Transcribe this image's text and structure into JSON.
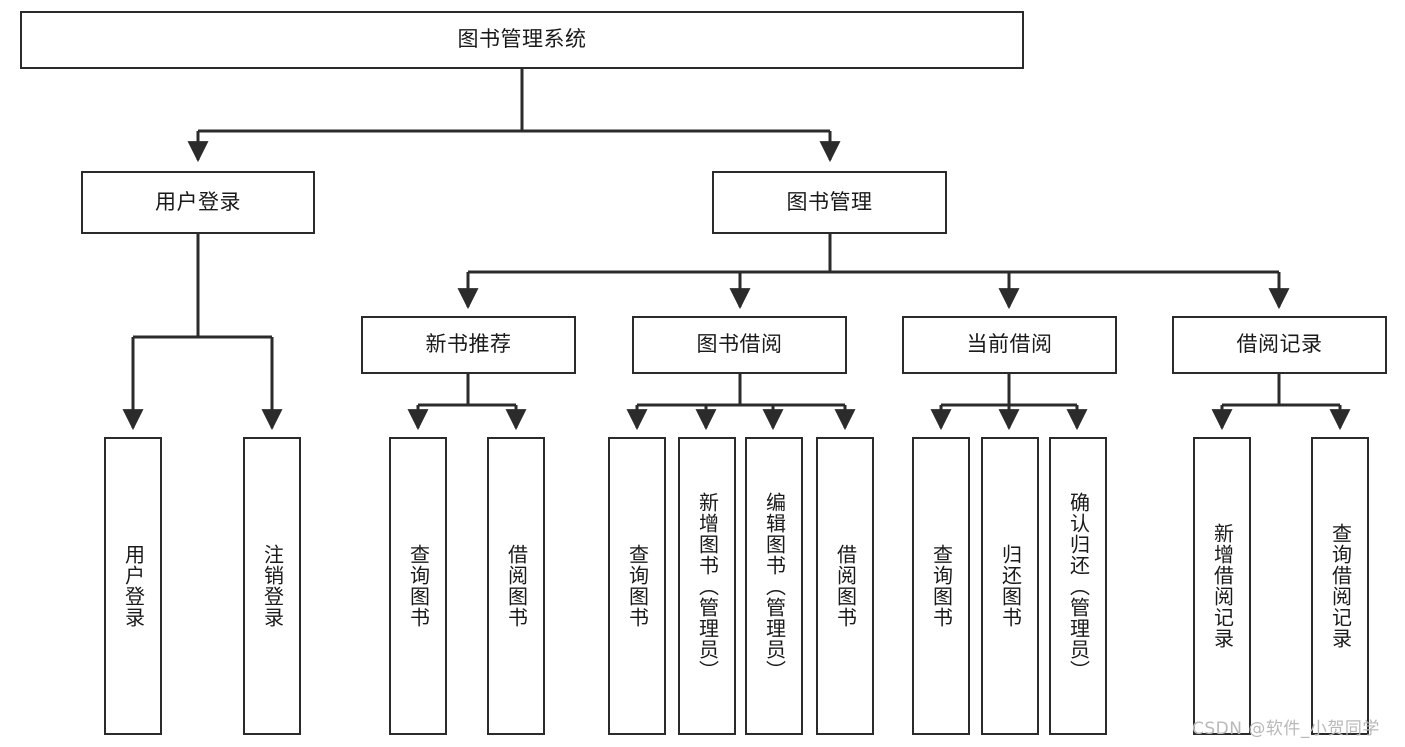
{
  "diagram": {
    "type": "tree",
    "title_node": "图书管理系统",
    "orientation": "top-down",
    "line_color": "#2b2b2b",
    "box_fill": "#ffffff",
    "text_color": "#1a1a1a"
  },
  "nodes": {
    "root": {
      "label": "图书管理系统",
      "level": 1,
      "text_dir": "horizontal"
    },
    "l2": [
      {
        "label": "用户登录",
        "level": 2,
        "text_dir": "horizontal"
      },
      {
        "label": "图书管理",
        "level": 2,
        "text_dir": "horizontal"
      }
    ],
    "l3": [
      {
        "label": "新书推荐",
        "level": 3,
        "text_dir": "horizontal"
      },
      {
        "label": "图书借阅",
        "level": 3,
        "text_dir": "horizontal"
      },
      {
        "label": "当前借阅",
        "level": 3,
        "text_dir": "horizontal"
      },
      {
        "label": "借阅记录",
        "level": 3,
        "text_dir": "horizontal"
      }
    ],
    "leaves_user_login": [
      {
        "label": "用户登录",
        "text_dir": "vertical"
      },
      {
        "label": "注销登录",
        "text_dir": "vertical"
      }
    ],
    "leaves_new_book": [
      {
        "label": "查询图书",
        "text_dir": "vertical"
      },
      {
        "label": "借阅图书",
        "text_dir": "vertical"
      }
    ],
    "leaves_borrow": [
      {
        "label": "查询图书",
        "text_dir": "vertical"
      },
      {
        "label": "新增图书（管理员）",
        "text_dir": "vertical"
      },
      {
        "label": "编辑图书（管理员）",
        "text_dir": "vertical"
      },
      {
        "label": "借阅图书",
        "text_dir": "vertical"
      }
    ],
    "leaves_current": [
      {
        "label": "查询图书",
        "text_dir": "vertical"
      },
      {
        "label": "归还图书",
        "text_dir": "vertical"
      },
      {
        "label": "确认归还（管理员）",
        "text_dir": "vertical"
      }
    ],
    "leaves_records": [
      {
        "label": "新增借阅记录",
        "text_dir": "vertical"
      },
      {
        "label": "查询借阅记录",
        "text_dir": "vertical"
      }
    ]
  },
  "watermark": {
    "text": "CSDN @软件_小贺同学",
    "color": "#b9b9b9"
  }
}
